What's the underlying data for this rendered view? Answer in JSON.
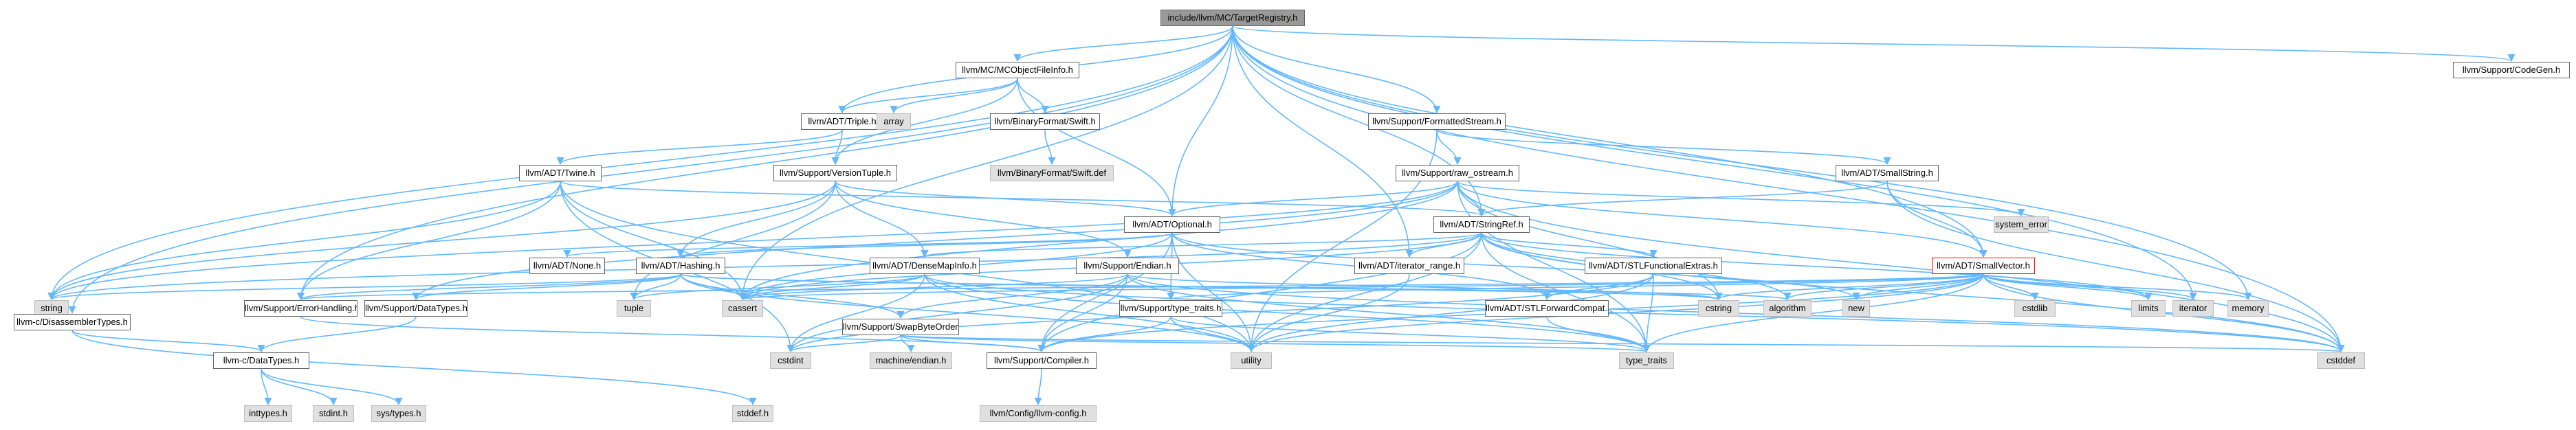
{
  "graph": {
    "colors": {
      "edge": "#63b8ff",
      "node_border": "#666666",
      "system_fill": "#e0e0e0",
      "root_fill": "#999999",
      "warn_border": "#ff0000"
    },
    "nodes": [
      {
        "id": "root",
        "label": "include/llvm/MC/TargetRegistry.h",
        "kind": "root"
      },
      {
        "id": "mcofi",
        "label": "llvm/MC/MCObjectFileInfo.h",
        "kind": "header"
      },
      {
        "id": "codegen",
        "label": "llvm/Support/CodeGen.h",
        "kind": "header"
      },
      {
        "id": "triple",
        "label": "llvm/ADT/Triple.h",
        "kind": "header"
      },
      {
        "id": "array",
        "label": "array",
        "kind": "system"
      },
      {
        "id": "bfswift",
        "label": "llvm/BinaryFormat/Swift.h",
        "kind": "header"
      },
      {
        "id": "fmtstream",
        "label": "llvm/Support/FormattedStream.h",
        "kind": "header"
      },
      {
        "id": "bfswiftdef",
        "label": "llvm/BinaryFormat/Swift.def",
        "kind": "system"
      },
      {
        "id": "twine",
        "label": "llvm/ADT/Twine.h",
        "kind": "header"
      },
      {
        "id": "vtuple",
        "label": "llvm/Support/VersionTuple.h",
        "kind": "header"
      },
      {
        "id": "rawos",
        "label": "llvm/Support/raw_ostream.h",
        "kind": "header"
      },
      {
        "id": "smallstr",
        "label": "llvm/ADT/SmallString.h",
        "kind": "header"
      },
      {
        "id": "syserr",
        "label": "system_error",
        "kind": "system"
      },
      {
        "id": "optional",
        "label": "llvm/ADT/Optional.h",
        "kind": "header"
      },
      {
        "id": "stringref",
        "label": "llvm/ADT/StringRef.h",
        "kind": "header"
      },
      {
        "id": "none",
        "label": "llvm/ADT/None.h",
        "kind": "header"
      },
      {
        "id": "hashing",
        "label": "llvm/ADT/Hashing.h",
        "kind": "header"
      },
      {
        "id": "dmi",
        "label": "llvm/ADT/DenseMapInfo.h",
        "kind": "header"
      },
      {
        "id": "endian",
        "label": "llvm/Support/Endian.h",
        "kind": "header"
      },
      {
        "id": "itrange",
        "label": "llvm/ADT/iterator_range.h",
        "kind": "header"
      },
      {
        "id": "stlfx",
        "label": "llvm/ADT/STLFunctionalExtras.h",
        "kind": "header"
      },
      {
        "id": "smallvec",
        "label": "llvm/ADT/SmallVector.h",
        "kind": "warn"
      },
      {
        "id": "string",
        "label": "string",
        "kind": "system"
      },
      {
        "id": "errh",
        "label": "llvm/Support/ErrorHandling.h",
        "kind": "header"
      },
      {
        "id": "tuple",
        "label": "tuple",
        "kind": "system"
      },
      {
        "id": "cassert",
        "label": "cassert",
        "kind": "system"
      },
      {
        "id": "datatypes",
        "label": "llvm/Support/DataTypes.h",
        "kind": "header"
      },
      {
        "id": "typetraits",
        "label": "llvm/Support/type_traits.h",
        "kind": "header"
      },
      {
        "id": "swapbo",
        "label": "llvm/Support/SwapByteOrder.h",
        "kind": "header"
      },
      {
        "id": "stlfwd",
        "label": "llvm/ADT/STLForwardCompat.h",
        "kind": "header"
      },
      {
        "id": "cstring",
        "label": "cstring",
        "kind": "system"
      },
      {
        "id": "algorithm",
        "label": "algorithm",
        "kind": "system"
      },
      {
        "id": "new",
        "label": "new",
        "kind": "system"
      },
      {
        "id": "cstdlib",
        "label": "cstdlib",
        "kind": "system"
      },
      {
        "id": "limits",
        "label": "limits",
        "kind": "system"
      },
      {
        "id": "iterator",
        "label": "iterator",
        "kind": "system"
      },
      {
        "id": "memory",
        "label": "memory",
        "kind": "system"
      },
      {
        "id": "disasm",
        "label": "llvm-c/DisassemblerTypes.h",
        "kind": "header"
      },
      {
        "id": "cdatatypes",
        "label": "llvm-c/DataTypes.h",
        "kind": "header"
      },
      {
        "id": "machendian",
        "label": "machine/endian.h",
        "kind": "system"
      },
      {
        "id": "cstdint",
        "label": "cstdint",
        "kind": "system"
      },
      {
        "id": "utility",
        "label": "utility",
        "kind": "system"
      },
      {
        "id": "compiler",
        "label": "llvm/Support/Compiler.h",
        "kind": "header"
      },
      {
        "id": "stdtt",
        "label": "type_traits",
        "kind": "system"
      },
      {
        "id": "cstddef",
        "label": "cstddef",
        "kind": "system"
      },
      {
        "id": "inttypes",
        "label": "inttypes.h",
        "kind": "system"
      },
      {
        "id": "stdint",
        "label": "stdint.h",
        "kind": "system"
      },
      {
        "id": "systypes",
        "label": "sys/types.h",
        "kind": "system"
      },
      {
        "id": "stddef",
        "label": "stddef.h",
        "kind": "system"
      },
      {
        "id": "llvmconfig",
        "label": "llvm/Config/llvm-config.h",
        "kind": "system"
      }
    ],
    "edges": [
      [
        "root",
        "mcofi"
      ],
      [
        "root",
        "codegen"
      ],
      [
        "root",
        "triple"
      ],
      [
        "root",
        "fmtstream"
      ],
      [
        "root",
        "optional"
      ],
      [
        "root",
        "stringref"
      ],
      [
        "root",
        "itrange"
      ],
      [
        "root",
        "smallvec"
      ],
      [
        "root",
        "string"
      ],
      [
        "root",
        "cassert"
      ],
      [
        "root",
        "cstddef"
      ],
      [
        "root",
        "iterator"
      ],
      [
        "root",
        "memory"
      ],
      [
        "root",
        "disasm"
      ],
      [
        "root",
        "errh"
      ],
      [
        "mcofi",
        "triple"
      ],
      [
        "mcofi",
        "array"
      ],
      [
        "mcofi",
        "bfswift"
      ],
      [
        "mcofi",
        "vtuple"
      ],
      [
        "mcofi",
        "optional"
      ],
      [
        "bfswift",
        "bfswiftdef"
      ],
      [
        "triple",
        "twine"
      ],
      [
        "triple",
        "vtuple"
      ],
      [
        "fmtstream",
        "rawos"
      ],
      [
        "fmtstream",
        "smallstr"
      ],
      [
        "fmtstream",
        "utility"
      ],
      [
        "smallstr",
        "stringref"
      ],
      [
        "smallstr",
        "smallvec"
      ],
      [
        "smallstr",
        "cstddef"
      ],
      [
        "twine",
        "stringref"
      ],
      [
        "twine",
        "errh"
      ],
      [
        "twine",
        "cassert"
      ],
      [
        "twine",
        "cstdint"
      ],
      [
        "twine",
        "string"
      ],
      [
        "twine",
        "utility"
      ],
      [
        "vtuple",
        "optional"
      ],
      [
        "vtuple",
        "hashing"
      ],
      [
        "vtuple",
        "dmi"
      ],
      [
        "vtuple",
        "endian"
      ],
      [
        "vtuple",
        "string"
      ],
      [
        "vtuple",
        "tuple"
      ],
      [
        "rawos",
        "stringref"
      ],
      [
        "rawos",
        "optional"
      ],
      [
        "rawos",
        "smallvec"
      ],
      [
        "rawos",
        "datatypes"
      ],
      [
        "rawos",
        "cassert"
      ],
      [
        "rawos",
        "cstddef"
      ],
      [
        "rawos",
        "cstring"
      ],
      [
        "rawos",
        "string"
      ],
      [
        "rawos",
        "stdtt"
      ],
      [
        "rawos",
        "syserr"
      ],
      [
        "optional",
        "none"
      ],
      [
        "optional",
        "compiler"
      ],
      [
        "optional",
        "typetraits"
      ],
      [
        "optional",
        "stlfwd"
      ],
      [
        "optional",
        "cassert"
      ],
      [
        "optional",
        "new"
      ],
      [
        "optional",
        "utility"
      ],
      [
        "optional",
        "hashing"
      ],
      [
        "stringref",
        "dmi"
      ],
      [
        "stringref",
        "itrange"
      ],
      [
        "stringref",
        "stlfx"
      ],
      [
        "stringref",
        "compiler"
      ],
      [
        "stringref",
        "algorithm"
      ],
      [
        "stringref",
        "cassert"
      ],
      [
        "stringref",
        "cstddef"
      ],
      [
        "stringref",
        "cstring"
      ],
      [
        "stringref",
        "limits"
      ],
      [
        "stringref",
        "string"
      ],
      [
        "stringref",
        "stdtt"
      ],
      [
        "stringref",
        "utility"
      ],
      [
        "hashing",
        "errh"
      ],
      [
        "hashing",
        "datatypes"
      ],
      [
        "hashing",
        "swapbo"
      ],
      [
        "hashing",
        "type_traits_dummy"
      ],
      [
        "hashing",
        "algorithm"
      ],
      [
        "hashing",
        "cassert"
      ],
      [
        "hashing",
        "cstring"
      ],
      [
        "hashing",
        "string"
      ],
      [
        "hashing",
        "tuple"
      ],
      [
        "hashing",
        "utility"
      ],
      [
        "dmi",
        "cassert"
      ],
      [
        "dmi",
        "cstddef"
      ],
      [
        "dmi",
        "cstdint"
      ],
      [
        "dmi",
        "tuple"
      ],
      [
        "dmi",
        "stdtt"
      ],
      [
        "dmi",
        "utility"
      ],
      [
        "endian",
        "compiler"
      ],
      [
        "endian",
        "swapbo"
      ],
      [
        "endian",
        "cassert"
      ],
      [
        "endian",
        "cstddef"
      ],
      [
        "endian",
        "cstdint"
      ],
      [
        "endian",
        "cstring"
      ],
      [
        "endian",
        "stdtt"
      ],
      [
        "itrange",
        "utility"
      ],
      [
        "stlfx",
        "stlfwd"
      ],
      [
        "stlfx",
        "cstdint"
      ],
      [
        "stlfx",
        "stdtt"
      ],
      [
        "stlfx",
        "utility"
      ],
      [
        "stlfwd",
        "stdtt"
      ],
      [
        "smallvec",
        "compiler"
      ],
      [
        "smallvec",
        "typetraits"
      ],
      [
        "smallvec",
        "algorithm"
      ],
      [
        "smallvec",
        "cassert"
      ],
      [
        "smallvec",
        "cstddef"
      ],
      [
        "smallvec",
        "cstdlib"
      ],
      [
        "smallvec",
        "cstring"
      ],
      [
        "smallvec",
        "iterator"
      ],
      [
        "smallvec",
        "limits"
      ],
      [
        "smallvec",
        "memory"
      ],
      [
        "smallvec",
        "new"
      ],
      [
        "smallvec",
        "stdtt"
      ],
      [
        "smallvec",
        "utility"
      ],
      [
        "smallvec",
        "errh"
      ],
      [
        "errh",
        "compiler"
      ],
      [
        "datatypes",
        "cdatatypes"
      ],
      [
        "typetraits",
        "compiler"
      ],
      [
        "typetraits",
        "stdtt"
      ],
      [
        "typetraits",
        "utility"
      ],
      [
        "swapbo",
        "compiler"
      ],
      [
        "swapbo",
        "machendian"
      ],
      [
        "swapbo",
        "cstddef"
      ],
      [
        "swapbo",
        "cstdint"
      ],
      [
        "swapbo",
        "stdtt"
      ],
      [
        "compiler",
        "llvmconfig"
      ],
      [
        "disasm",
        "cdatatypes"
      ],
      [
        "disasm",
        "stddef"
      ],
      [
        "cdatatypes",
        "inttypes"
      ],
      [
        "cdatatypes",
        "stdint"
      ],
      [
        "cdatatypes",
        "systypes"
      ]
    ]
  }
}
